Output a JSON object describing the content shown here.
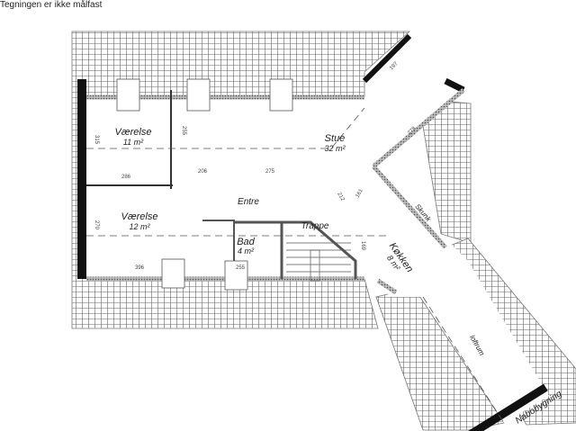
{
  "caption": "Tegningen er ikke målfast",
  "rooms": {
    "vaerelse1": {
      "name": "Værelse",
      "area": "11 m²"
    },
    "vaerelse2": {
      "name": "Værelse",
      "area": "12 m²"
    },
    "stue": {
      "name": "Stue",
      "area": "32 m²"
    },
    "entre": {
      "name": "Entre"
    },
    "trappe": {
      "name": "Trappe"
    },
    "bad": {
      "name": "Bad",
      "area": "4 m²"
    },
    "koekken": {
      "name": "Køkken",
      "area": "8 m²"
    },
    "skunk": {
      "name": "Skunk"
    },
    "loftrum": {
      "name": "loftrum"
    },
    "nabobygning": {
      "name": "Nabobygning"
    }
  },
  "dimensions": [
    "197",
    "278",
    "255",
    "286",
    "206",
    "275",
    "212",
    "161",
    "169",
    "396",
    "255",
    "315",
    "270"
  ]
}
